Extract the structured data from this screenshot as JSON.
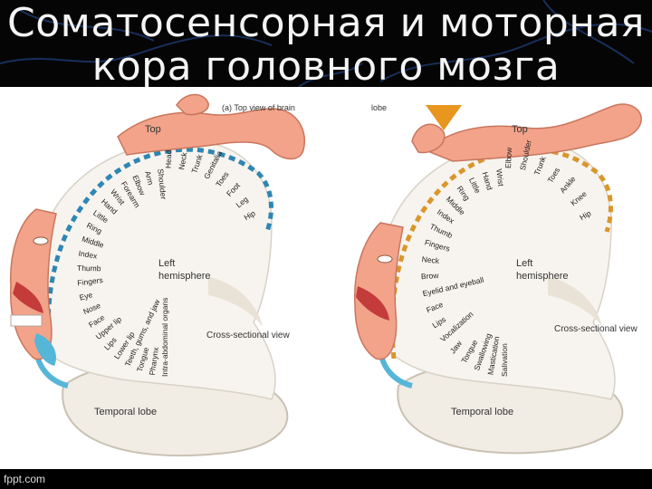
{
  "slide": {
    "title_line1": "Соматосенсорная и моторная",
    "title_line2": "кора головного мозга",
    "footer": "fppt.com"
  },
  "colors": {
    "background": "#000000",
    "sensory_strip": "#2f86b4",
    "motor_strip": "#d9962c",
    "skin": "#f2a38a",
    "brain_fill": "#f3efe9",
    "arrow": "#e8961e"
  },
  "left_panel": {
    "caption_fragment": "(a) Top view of brain",
    "top_label": "Top",
    "hemisphere_line1": "Left",
    "hemisphere_line2": "hemisphere",
    "section_label": "Cross-sectional view",
    "temporal_label": "Temporal lobe",
    "body_parts": [
      "Hip",
      "Leg",
      "Foot",
      "Toes",
      "Genitalia",
      "Trunk",
      "Neck",
      "Head",
      "Shoulder",
      "Arm",
      "Elbow",
      "Forearm",
      "Wrist",
      "Hand",
      "Little",
      "Ring",
      "Middle",
      "Index",
      "Thumb",
      "Fingers",
      "Eye",
      "Nose",
      "Face",
      "Upper lip",
      "Lips",
      "Lower lip",
      "Teeth, gums, and jaw",
      "Tongue",
      "Pharynx",
      "Intra-abdominal organs"
    ]
  },
  "right_panel": {
    "fragment": "lobe",
    "top_label": "Top",
    "hemisphere_line1": "Left",
    "hemisphere_line2": "hemisphere",
    "section_label": "Cross-sectional view",
    "temporal_label": "Temporal lobe",
    "body_parts": [
      "Hip",
      "Knee",
      "Ankle",
      "Toes",
      "Trunk",
      "Shoulder",
      "Elbow",
      "Wrist",
      "Hand",
      "Little",
      "Ring",
      "Middle",
      "Index",
      "Thumb",
      "Fingers",
      "Neck",
      "Brow",
      "Eyelid and eyeball",
      "Face",
      "Lips",
      "Vocalization",
      "Jaw",
      "Tongue",
      "Swallowing",
      "Mastication",
      "Salivation"
    ]
  }
}
